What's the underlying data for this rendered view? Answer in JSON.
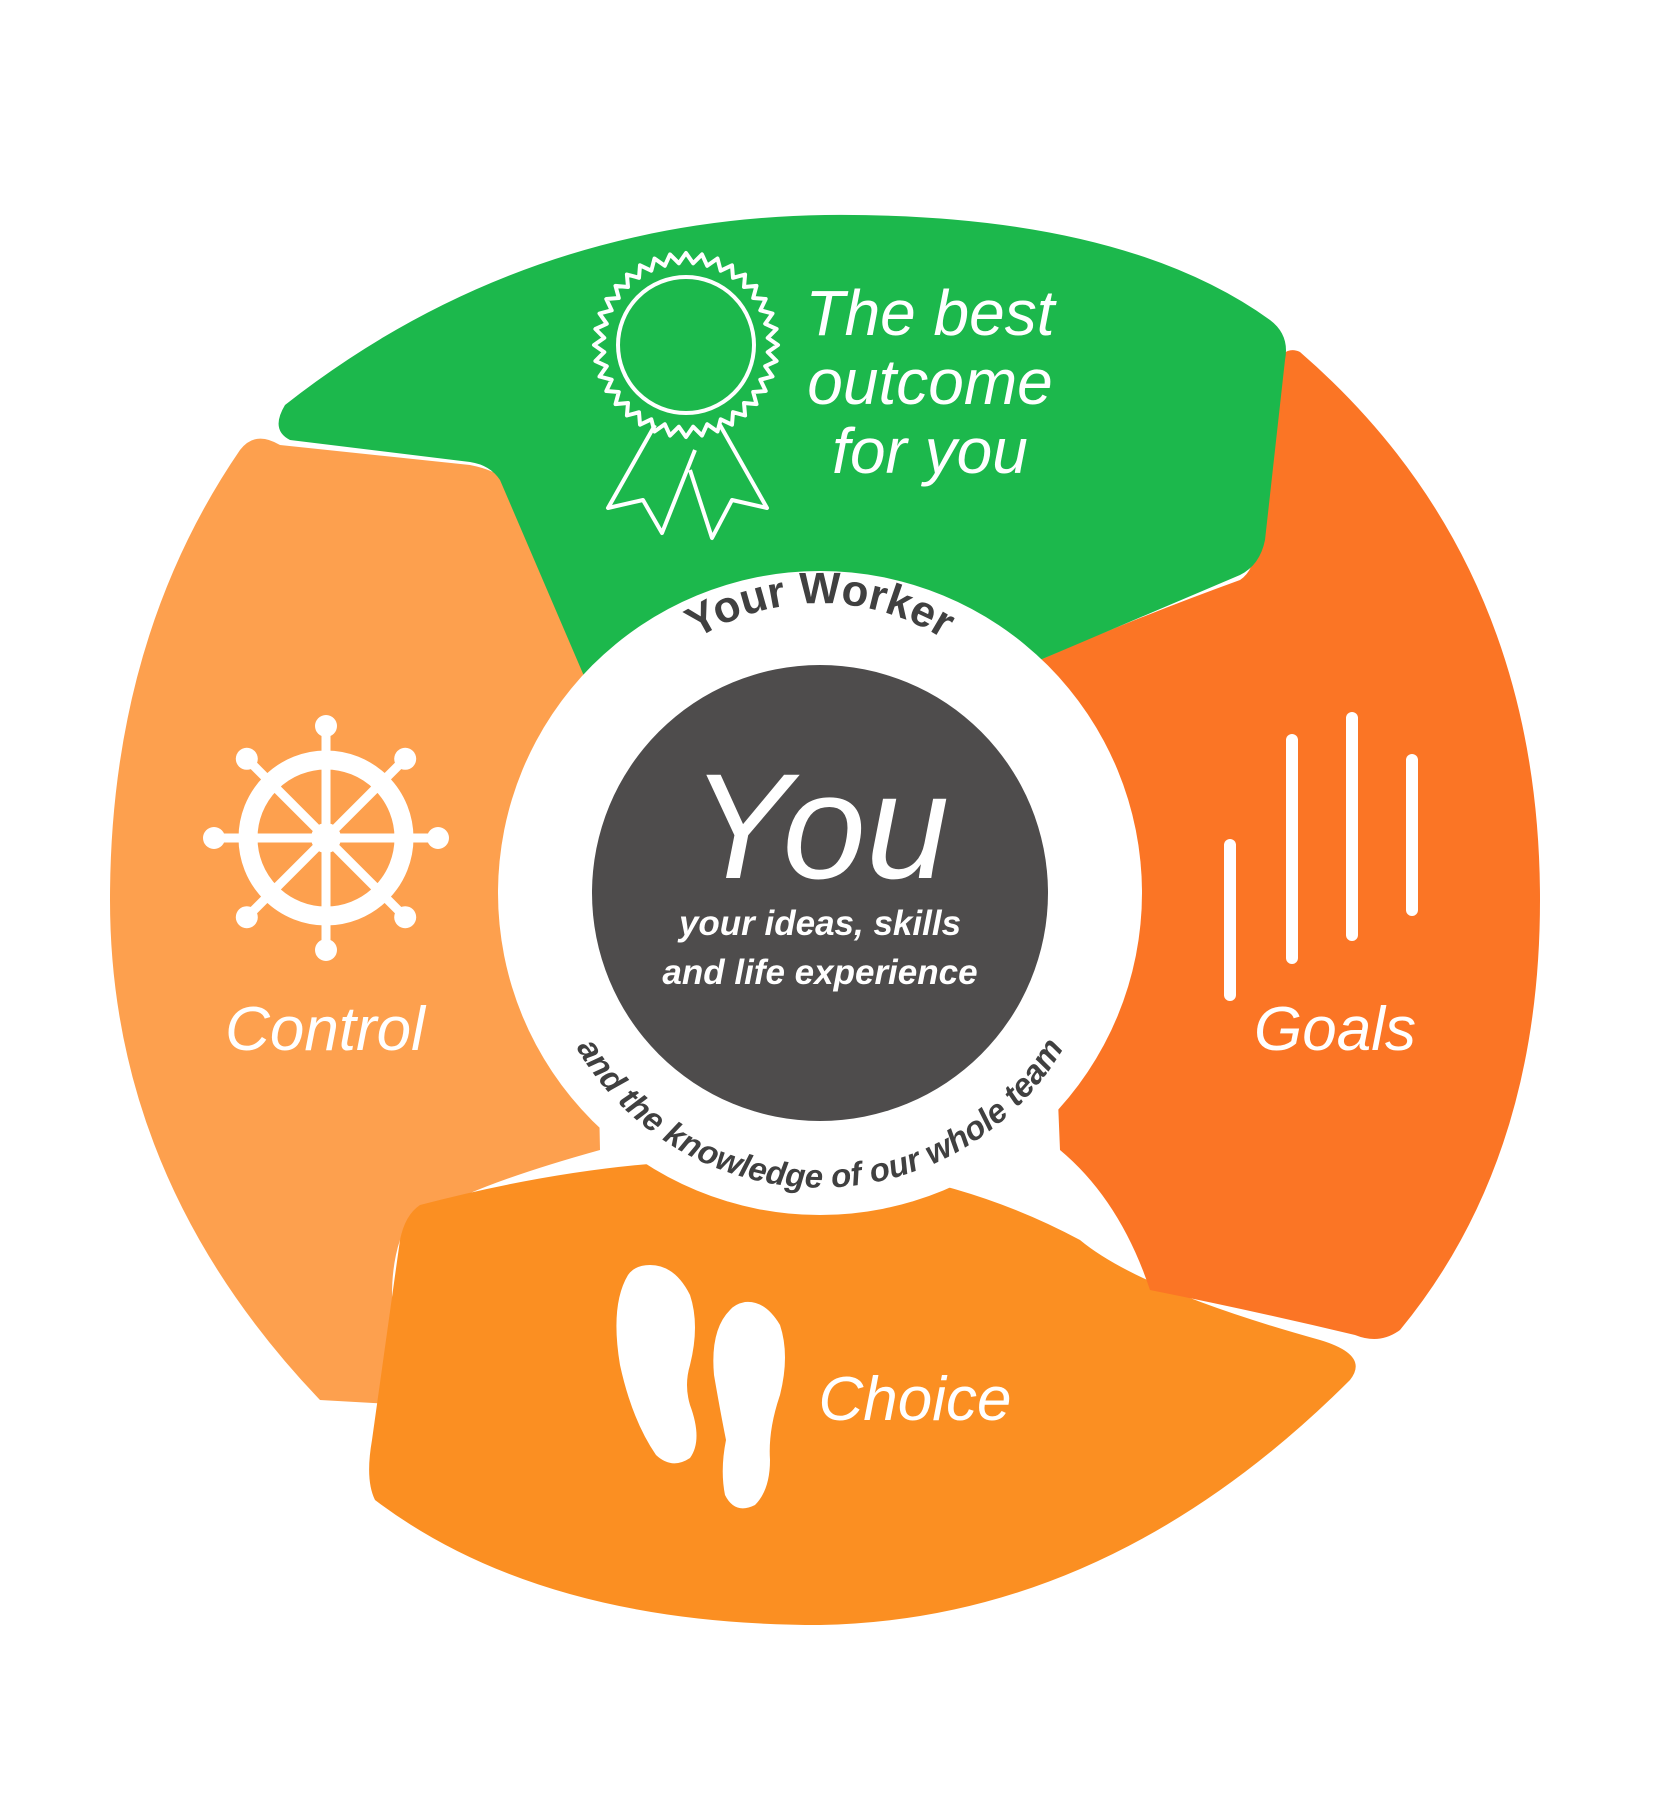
{
  "colors": {
    "green": "#1cb84c",
    "orange_light": "#fda04e",
    "orange_mid": "#fb8f22",
    "orange_dark": "#fb7525",
    "core": "#4e4c4c",
    "ring": "#ffffff",
    "text_dark": "#404040"
  },
  "segments": {
    "top": {
      "lines": [
        "The best",
        "outcome",
        "for you"
      ],
      "icon": "award-ribbon-icon"
    },
    "left": {
      "label": "Control",
      "icon": "ship-wheel-icon"
    },
    "right": {
      "label": "Goals",
      "icon": "bar-lines-icon"
    },
    "bottom": {
      "label": "Choice",
      "icon": "footprints-icon"
    }
  },
  "ring": {
    "top_text": "Your Worker",
    "bottom_text": "and the knowledge of our whole team"
  },
  "core": {
    "title": "You",
    "subtitle_lines": [
      "your ideas, skills",
      "and life experience"
    ]
  }
}
